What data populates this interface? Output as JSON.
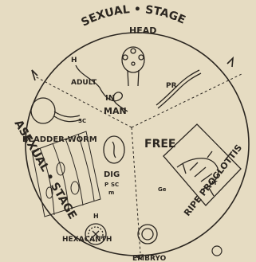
{
  "diagram": {
    "stage_labels": {
      "sexual": "SEXUAL • STAGE",
      "asexual": "ASEXUAL • STAGE"
    },
    "sector_labels": {
      "in_man_line1": "IN",
      "in_man_line2": "MAN",
      "free": "FREE"
    },
    "organ_labels": {
      "head": "HEAD",
      "h_top": "H",
      "adult": "ADULT",
      "pr": "PR",
      "bladder_worm": "BLADDER-WORM",
      "sc_top": "SC",
      "dig": "DIG",
      "p": "P",
      "sc_mid": "SC",
      "m": "m",
      "ut": "UT",
      "ge": "Ge",
      "ripe_proglottis": "RIPE PROGLOTTIS",
      "h_bottom": "H",
      "hexacanth": "HEXACANTH",
      "embryo": "EMBRYO"
    },
    "colors": {
      "background": "#e6dcc2",
      "ink": "#2b2620"
    }
  }
}
